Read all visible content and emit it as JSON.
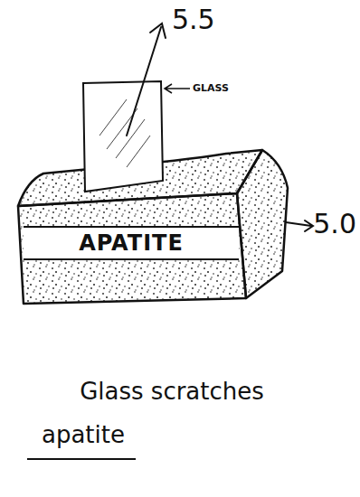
{
  "diagram": {
    "nodes": [
      {
        "text": [
          "APATITE"
        ]
      }
    ],
    "labels": [
      "5.5",
      "GLASS",
      "5.0",
      "Glass scratches",
      "apatite"
    ]
  }
}
